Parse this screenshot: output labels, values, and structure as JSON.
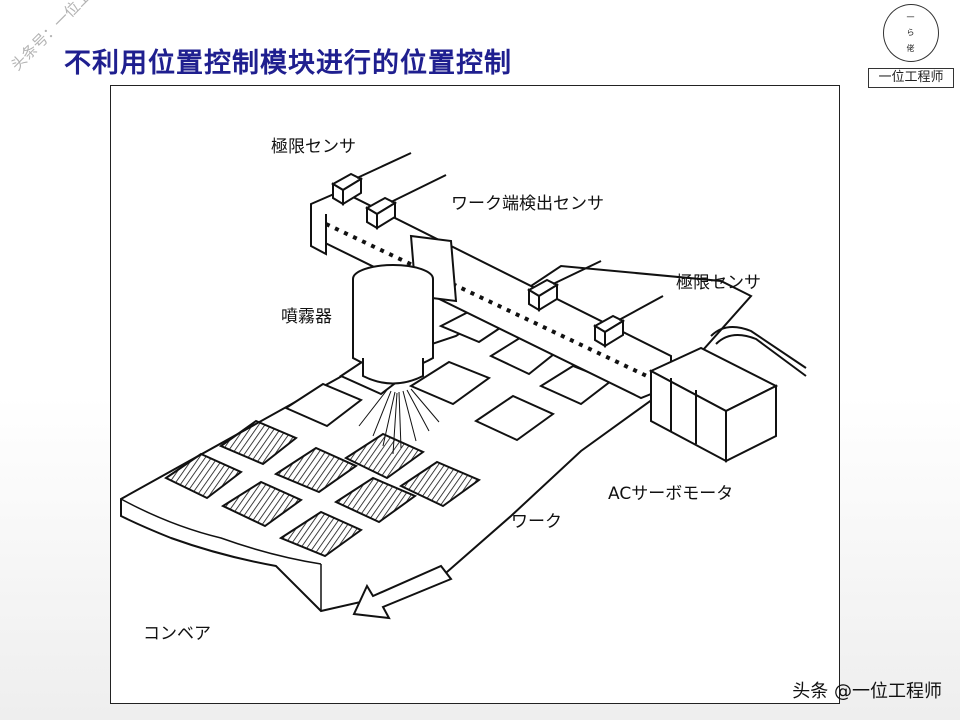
{
  "slide": {
    "title": "不利用位置控制模块进行的位置控制"
  },
  "logo": {
    "caption": "一位工程师",
    "circle_chars": [
      "一",
      "ら",
      "佬"
    ]
  },
  "watermarks": {
    "diagonal": "头条号：一位工程师",
    "bottom": "头条 @一位工程师"
  },
  "figure": {
    "labels": {
      "limit_sensor_left": "極限センサ",
      "work_end_sensor": "ワーク端検出センサ",
      "limit_sensor_right": "極限センサ",
      "sprayer": "噴霧器",
      "servo_motor": "ACサーボモータ",
      "work": "ワーク",
      "conveyor": "コンベア"
    }
  }
}
